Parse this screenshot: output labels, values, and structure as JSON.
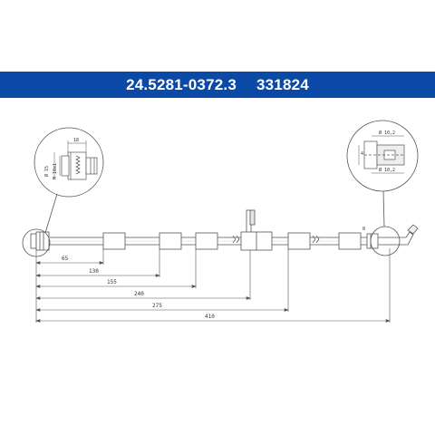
{
  "header": {
    "part_number": "24.5281-0372.3",
    "code": "331824",
    "background_color": "#0a4aa6",
    "text_color": "#ffffff"
  },
  "dimensions": {
    "d65": "65",
    "d130": "130",
    "d155": "155",
    "d240": "240",
    "d275": "275",
    "d410": "410"
  },
  "left_detail": {
    "top_dim": "18",
    "side_dim_1": "Ø 15",
    "side_dim_2": "M 10x1"
  },
  "right_detail": {
    "top_dim": "Ø 10,2",
    "bottom_dim": "Ø 10,2",
    "side_label": "4",
    "small_dim": "8"
  }
}
